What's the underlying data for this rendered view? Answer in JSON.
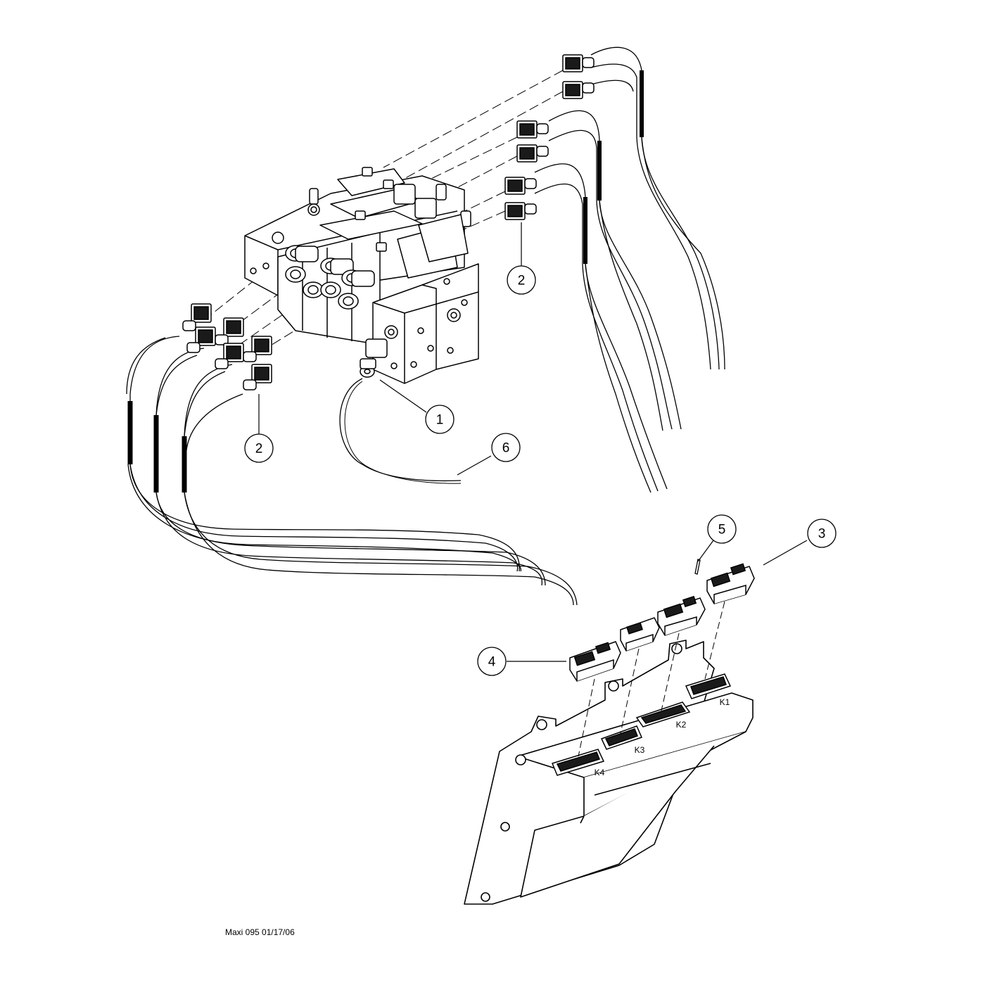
{
  "footer": {
    "drawing_ref": "Maxi 095 01/17/06"
  },
  "callouts": [
    "1",
    "2",
    "2",
    "3",
    "4",
    "5",
    "6"
  ],
  "ecu_slots": [
    "K1",
    "K2",
    "K3",
    "K4"
  ],
  "colors": {
    "line": "#000000",
    "paper": "#ffffff",
    "fill": "#ffffff",
    "shade": "#1a1a1a"
  }
}
